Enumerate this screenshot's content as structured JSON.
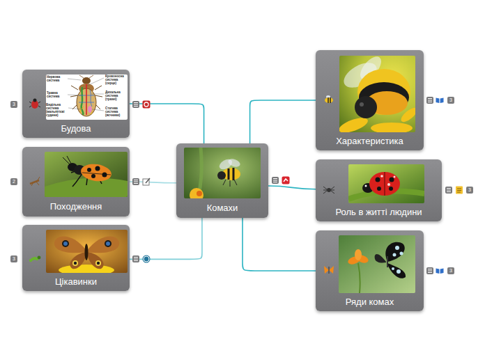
{
  "diagram": {
    "nodes": [
      {
        "text": [
          "Будова"
        ]
      },
      {
        "text": [
          "Характеристика"
        ]
      },
      {
        "text": [
          "Походження"
        ]
      },
      {
        "text": [
          "Комахи"
        ]
      },
      {
        "text": [
          "Роль в житті людини"
        ]
      },
      {
        "text": [
          "Цікавинки"
        ]
      },
      {
        "text": [
          "Ряди комах"
        ]
      }
    ],
    "edges": [
      {
        "from": 3,
        "to": 0,
        "arrow": "none"
      },
      {
        "from": 3,
        "to": 1,
        "arrow": "none"
      },
      {
        "from": 3,
        "to": 2,
        "arrow": "none"
      },
      {
        "from": 3,
        "to": 4,
        "arrow": "none"
      },
      {
        "from": 3,
        "to": 5,
        "arrow": "none"
      },
      {
        "from": 3,
        "to": 6,
        "arrow": "none"
      }
    ],
    "labels": [
      "Нервова система",
      "Кровоносна система (серце)",
      "Травна система",
      "Дихальна система (трахеї)",
      "Видільна система (мальпігієві судини)",
      "Статева система (яєчники)",
      "3",
      "3",
      "2",
      "3",
      "3",
      "3"
    ]
  }
}
